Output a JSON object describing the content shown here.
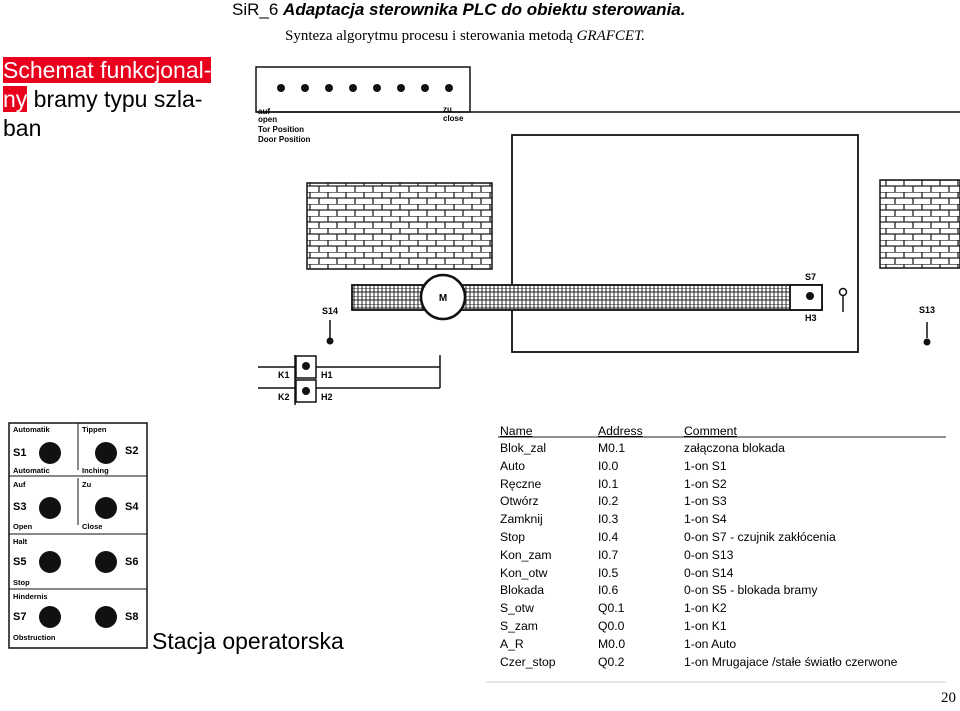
{
  "header": {
    "code": "SiR_6",
    "title": "Adaptacja sterownika PLC do obiektu sterowania.",
    "subtitle_prefix": "Synteza algorytmu procesu i sterowania metodą",
    "subtitle_method": "GRAFCET."
  },
  "side_title": {
    "line1": "Schemat funkcjonal-",
    "line2_highlight": "ny",
    "line2_rest": " bramy typu szla-",
    "line3": "ban"
  },
  "diagram": {
    "label_open": [
      "auf",
      "open",
      "Tor  Position",
      "Door Position"
    ],
    "label_close": [
      "zu",
      "close"
    ],
    "motor": "M",
    "s7": "S7",
    "h3": "H3",
    "s14": "S14",
    "s13": "S13",
    "k1": "K1",
    "h1": "H1",
    "k2": "K2",
    "h2": "H2"
  },
  "panel": {
    "automatik": "Automatik",
    "tippen": "Tippen",
    "s1": "S1",
    "s2": "S2",
    "s3": "S3",
    "s4": "S4",
    "s5": "S5",
    "s6": "S6",
    "s7": "S7",
    "s8": "S8",
    "automatic": "Automatic",
    "inching": "Inching",
    "auf": "Auf",
    "zu": "Zu",
    "open": "Open",
    "close": "Close",
    "halt": "Halt",
    "stop": "Stop",
    "hindernis": "Hindernis",
    "obstruction": "Obstruction"
  },
  "caption": "Stacja operatorska",
  "table": {
    "headers": [
      "Name",
      "Address",
      "Comment"
    ],
    "rows": [
      [
        "Blok_zal",
        "M0.1",
        "załączona blokada"
      ],
      [
        "Auto",
        "I0.0",
        "1-on   S1"
      ],
      [
        "Ręczne",
        "I0.1",
        "1-on   S2"
      ],
      [
        "Otwórz",
        "I0.2",
        "1-on   S3"
      ],
      [
        "Zamknij",
        "I0.3",
        "1-on   S4"
      ],
      [
        "Stop",
        "I0.4",
        "0-on   S7 - czujnik zakłócenia"
      ],
      [
        "Kon_zam",
        "I0.7",
        "0-on   S13"
      ],
      [
        "Kon_otw",
        "I0.5",
        "0-on   S14"
      ],
      [
        "Blokada",
        "I0.6",
        "0-on   S5 - blokada bramy"
      ],
      [
        "S_otw",
        "Q0.1",
        "1-on   K2"
      ],
      [
        "S_zam",
        "Q0.0",
        "1-on   K1"
      ],
      [
        "A_R",
        "M0.0",
        "1-on   Auto"
      ],
      [
        "Czer_stop",
        "Q0.2",
        "1-on   Mrugajace /stałe światło czerwone"
      ]
    ]
  },
  "page_number": "20"
}
